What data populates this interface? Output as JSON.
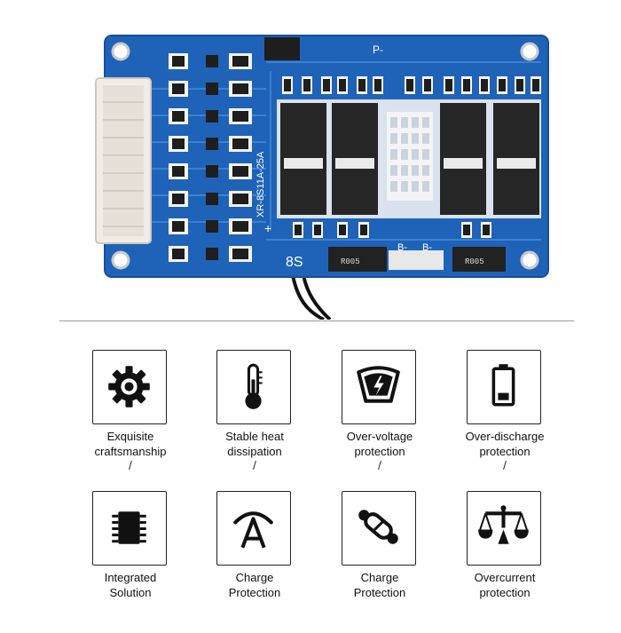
{
  "board": {
    "model_text": "XR-8S11A-25A",
    "cell_text": "8S",
    "p_minus": "P-",
    "b_minus_1": "B-",
    "b_minus_2": "B-",
    "plus": "+",
    "resistor_1": "R005",
    "resistor_2": "R005",
    "colors": {
      "pcb": "#1f63b8",
      "pcb_dark": "#174f98",
      "connector": "#f1ece6",
      "chip": "#1e1e1e",
      "trace": "#5aa0e8"
    }
  },
  "features": [
    {
      "line1": "Exquisite",
      "line2": "craftsmanship",
      "icon": "gear-icon"
    },
    {
      "line1": "Stable heat",
      "line2": "dissipation",
      "icon": "thermometer-icon"
    },
    {
      "line1": "Over-voltage",
      "line2": "protection",
      "icon": "voltage-gauge-icon"
    },
    {
      "line1": "Over-discharge",
      "line2": "protection",
      "icon": "low-battery-icon"
    },
    {
      "line1": "Integrated",
      "line2": "Solution",
      "icon": "chip-icon"
    },
    {
      "line1": "Charge",
      "line2": "Protection",
      "icon": "charge-arc-icon"
    },
    {
      "line1": "Charge",
      "line2": "Protection",
      "icon": "link-nodes-icon"
    },
    {
      "line1": "Overcurrent",
      "line2": "protection",
      "icon": "balance-scale-icon"
    }
  ],
  "separator": "/"
}
